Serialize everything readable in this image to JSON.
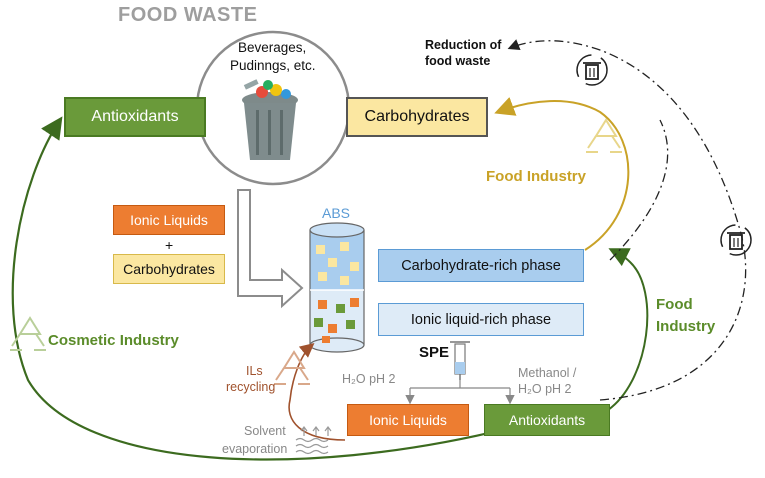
{
  "title": "FOOD WASTE",
  "circle_text": [
    "Beverages,",
    "Pudinngs, etc."
  ],
  "boxes": {
    "antioxidants_top": "Antioxidants",
    "carbohydrates_top": "Carbohydrates",
    "ionic_liquids_left": "Ionic Liquids",
    "plus": "+",
    "carbohydrates_left": "Carbohydrates",
    "carbohydrate_phase": "Carbohydrate-rich phase",
    "ionic_liquid_phase": "Ionic liquid-rich phase",
    "ionic_liquids_bottom": "Ionic Liquids",
    "antioxidants_bottom": "Antioxidants"
  },
  "labels": {
    "abs": "ABS",
    "spe": "SPE",
    "h2o": "H₂O pH 2",
    "methanol": "Methanol /",
    "methanol_h2o": "H₂O pH 2",
    "ils_recycling": [
      "ILs",
      "recycling"
    ],
    "solvent_evaporation": [
      "Solvent",
      "evaporation"
    ],
    "reduction": [
      "Reduction of",
      "food waste"
    ],
    "food_industry_gold": "Food Industry",
    "food_industry_green": [
      "Food",
      "Industry"
    ],
    "cosmetic_industry": "Cosmetic Industry"
  },
  "colors": {
    "antioxidant_green": "#6a9a3a",
    "carbohydrate_yellow": "#fbe7a1",
    "ionic_orange": "#ed7d31",
    "phase_blue": "#a9cdee",
    "phase_light_blue": "#deebf7",
    "gold_text": "#c9a227",
    "green_text": "#5b8c2a",
    "brown_text": "#a0522d"
  },
  "icons": [
    "trash-can-icon",
    "recycle-icon",
    "recycle-trash-icon",
    "syringe-icon",
    "evaporation-icon"
  ]
}
